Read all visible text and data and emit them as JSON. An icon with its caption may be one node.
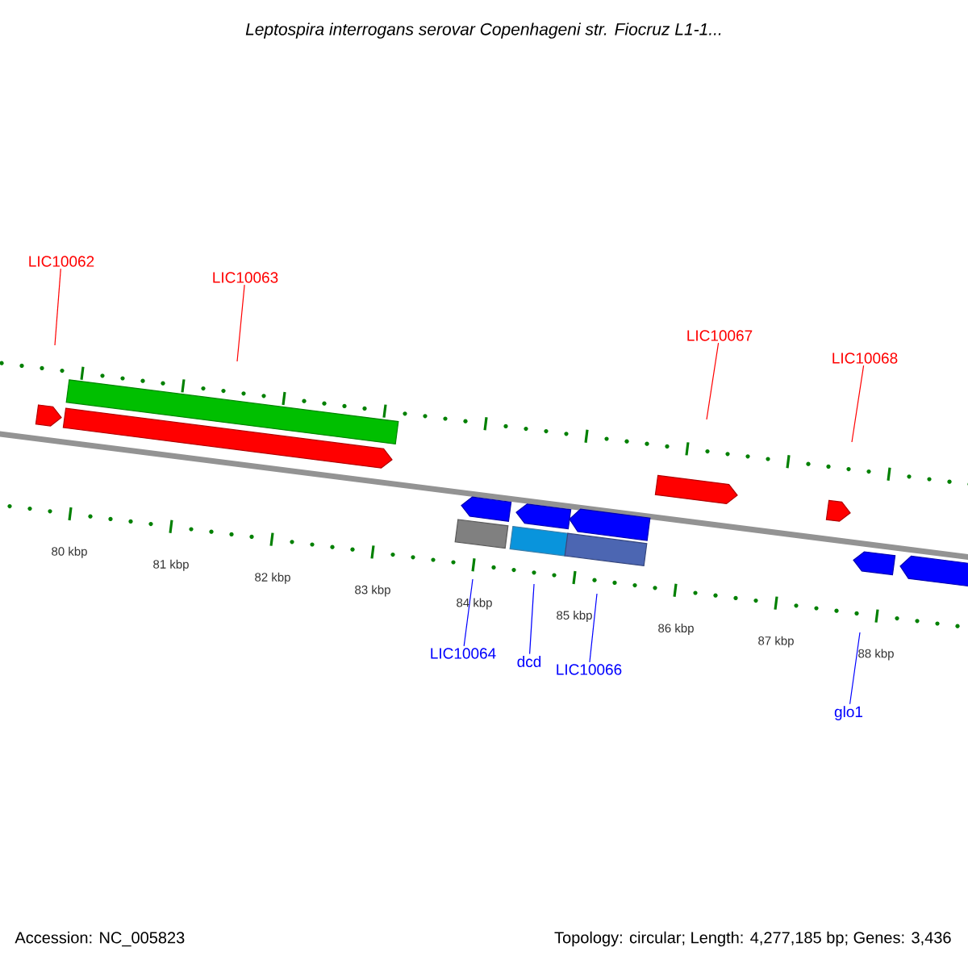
{
  "diagram": {
    "title": "Leptospira interrogans serovar Copenhageni str. Fiocruz L1-1...",
    "nodes": [
      {
        "text": [
          "LIC10062"
        ]
      },
      {
        "text": [
          "LIC10063"
        ]
      },
      {
        "text": [
          "LIC10067"
        ]
      },
      {
        "text": [
          "LIC10068"
        ]
      },
      {
        "text": [
          "LIC10064"
        ]
      },
      {
        "text": [
          "dcd"
        ]
      },
      {
        "text": [
          "LIC10066"
        ]
      },
      {
        "text": [
          "glo1"
        ]
      }
    ],
    "edges": [
      {
        "from": 0,
        "to": null,
        "arrow": "none",
        "color": "#ff0000"
      },
      {
        "from": 1,
        "to": null,
        "arrow": "none",
        "color": "#ff0000"
      },
      {
        "from": 2,
        "to": null,
        "arrow": "none",
        "color": "#ff0000"
      },
      {
        "from": 3,
        "to": null,
        "arrow": "none",
        "color": "#ff0000"
      },
      {
        "from": 4,
        "to": null,
        "arrow": "none",
        "color": "#0000ff"
      },
      {
        "from": 5,
        "to": null,
        "arrow": "none",
        "color": "#0000ff"
      },
      {
        "from": 6,
        "to": null,
        "arrow": "none",
        "color": "#0000ff"
      },
      {
        "from": 7,
        "to": null,
        "arrow": "none",
        "color": "#0000ff"
      }
    ],
    "labels": [
      "80 kbp",
      "81 kbp",
      "82 kbp",
      "83 kbp",
      "84 kbp",
      "85 kbp",
      "86 kbp",
      "87 kbp",
      "88 kbp",
      "Accession: NC_005823",
      "Topology: circular; Length: 4,277,185 bp; Genes: 3,436"
    ]
  }
}
